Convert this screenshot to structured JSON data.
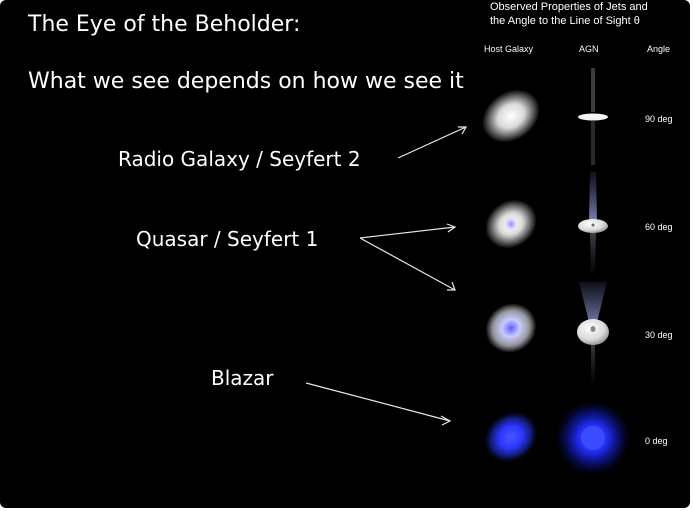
{
  "title": "The Eye of the Beholder:",
  "subtitle": "What we see depends on how we see it",
  "labels": {
    "radio": "Radio Galaxy / Seyfert 2",
    "quasar": "Quasar / Seyfert 1",
    "blazar": "Blazar"
  },
  "figure": {
    "header_line1": "Observed Properties of Jets and",
    "header_line2": "the Angle to the Line of Sight  θ",
    "col_host": "Host Galaxy",
    "col_agn": "AGN",
    "col_angle": "Angle",
    "angles": [
      "90 deg",
      "60 deg",
      "30 deg",
      "0 deg"
    ]
  },
  "colors": {
    "background": "#000000",
    "text": "#ffffff",
    "blazar_core": "#2233ff"
  }
}
